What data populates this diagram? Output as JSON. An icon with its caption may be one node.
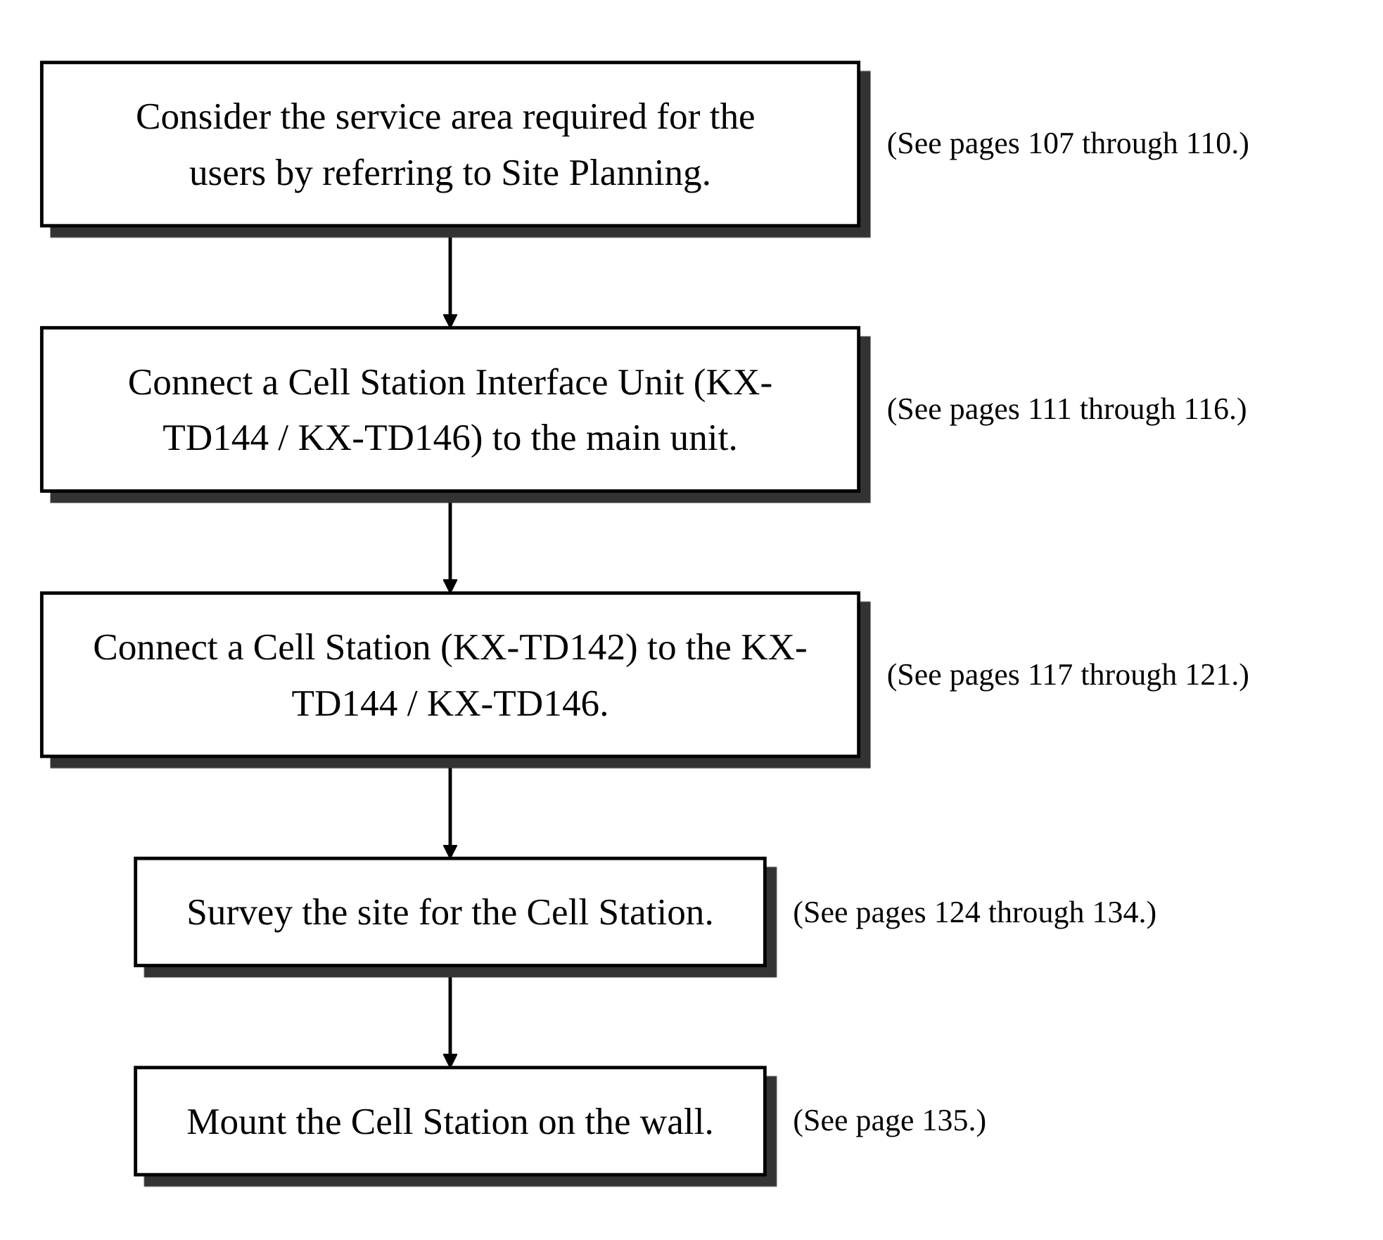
{
  "diagram": {
    "nodes": [
      {
        "text": [
          "Consider the service area required for the users by referring to Site Planning."
        ],
        "beside": [
          "(See pages 107 through 110.)"
        ]
      },
      {
        "text": [
          "Connect a Cell Station Interface Unit (KX-TD144 / KX-TD146) to the main unit."
        ],
        "beside": [
          "(See pages 111 through 116.)"
        ]
      },
      {
        "text": [
          "Connect a Cell Station (KX-TD142) to the KX-TD144 / KX-TD146."
        ],
        "beside": [
          "(See pages 117 through 121.)"
        ]
      },
      {
        "text": [
          "Survey the site for the Cell Station."
        ],
        "beside": [
          "(See pages 124 through 134.)"
        ]
      },
      {
        "text": [
          "Mount the Cell Station on the wall."
        ],
        "beside": [
          "(See page 135.)"
        ]
      }
    ],
    "edges": [
      {
        "from": 0,
        "to": 1,
        "arrow": "to"
      },
      {
        "from": 1,
        "to": 2,
        "arrow": "to"
      },
      {
        "from": 2,
        "to": 3,
        "arrow": "to"
      },
      {
        "from": 3,
        "to": 4,
        "arrow": "to"
      }
    ]
  }
}
